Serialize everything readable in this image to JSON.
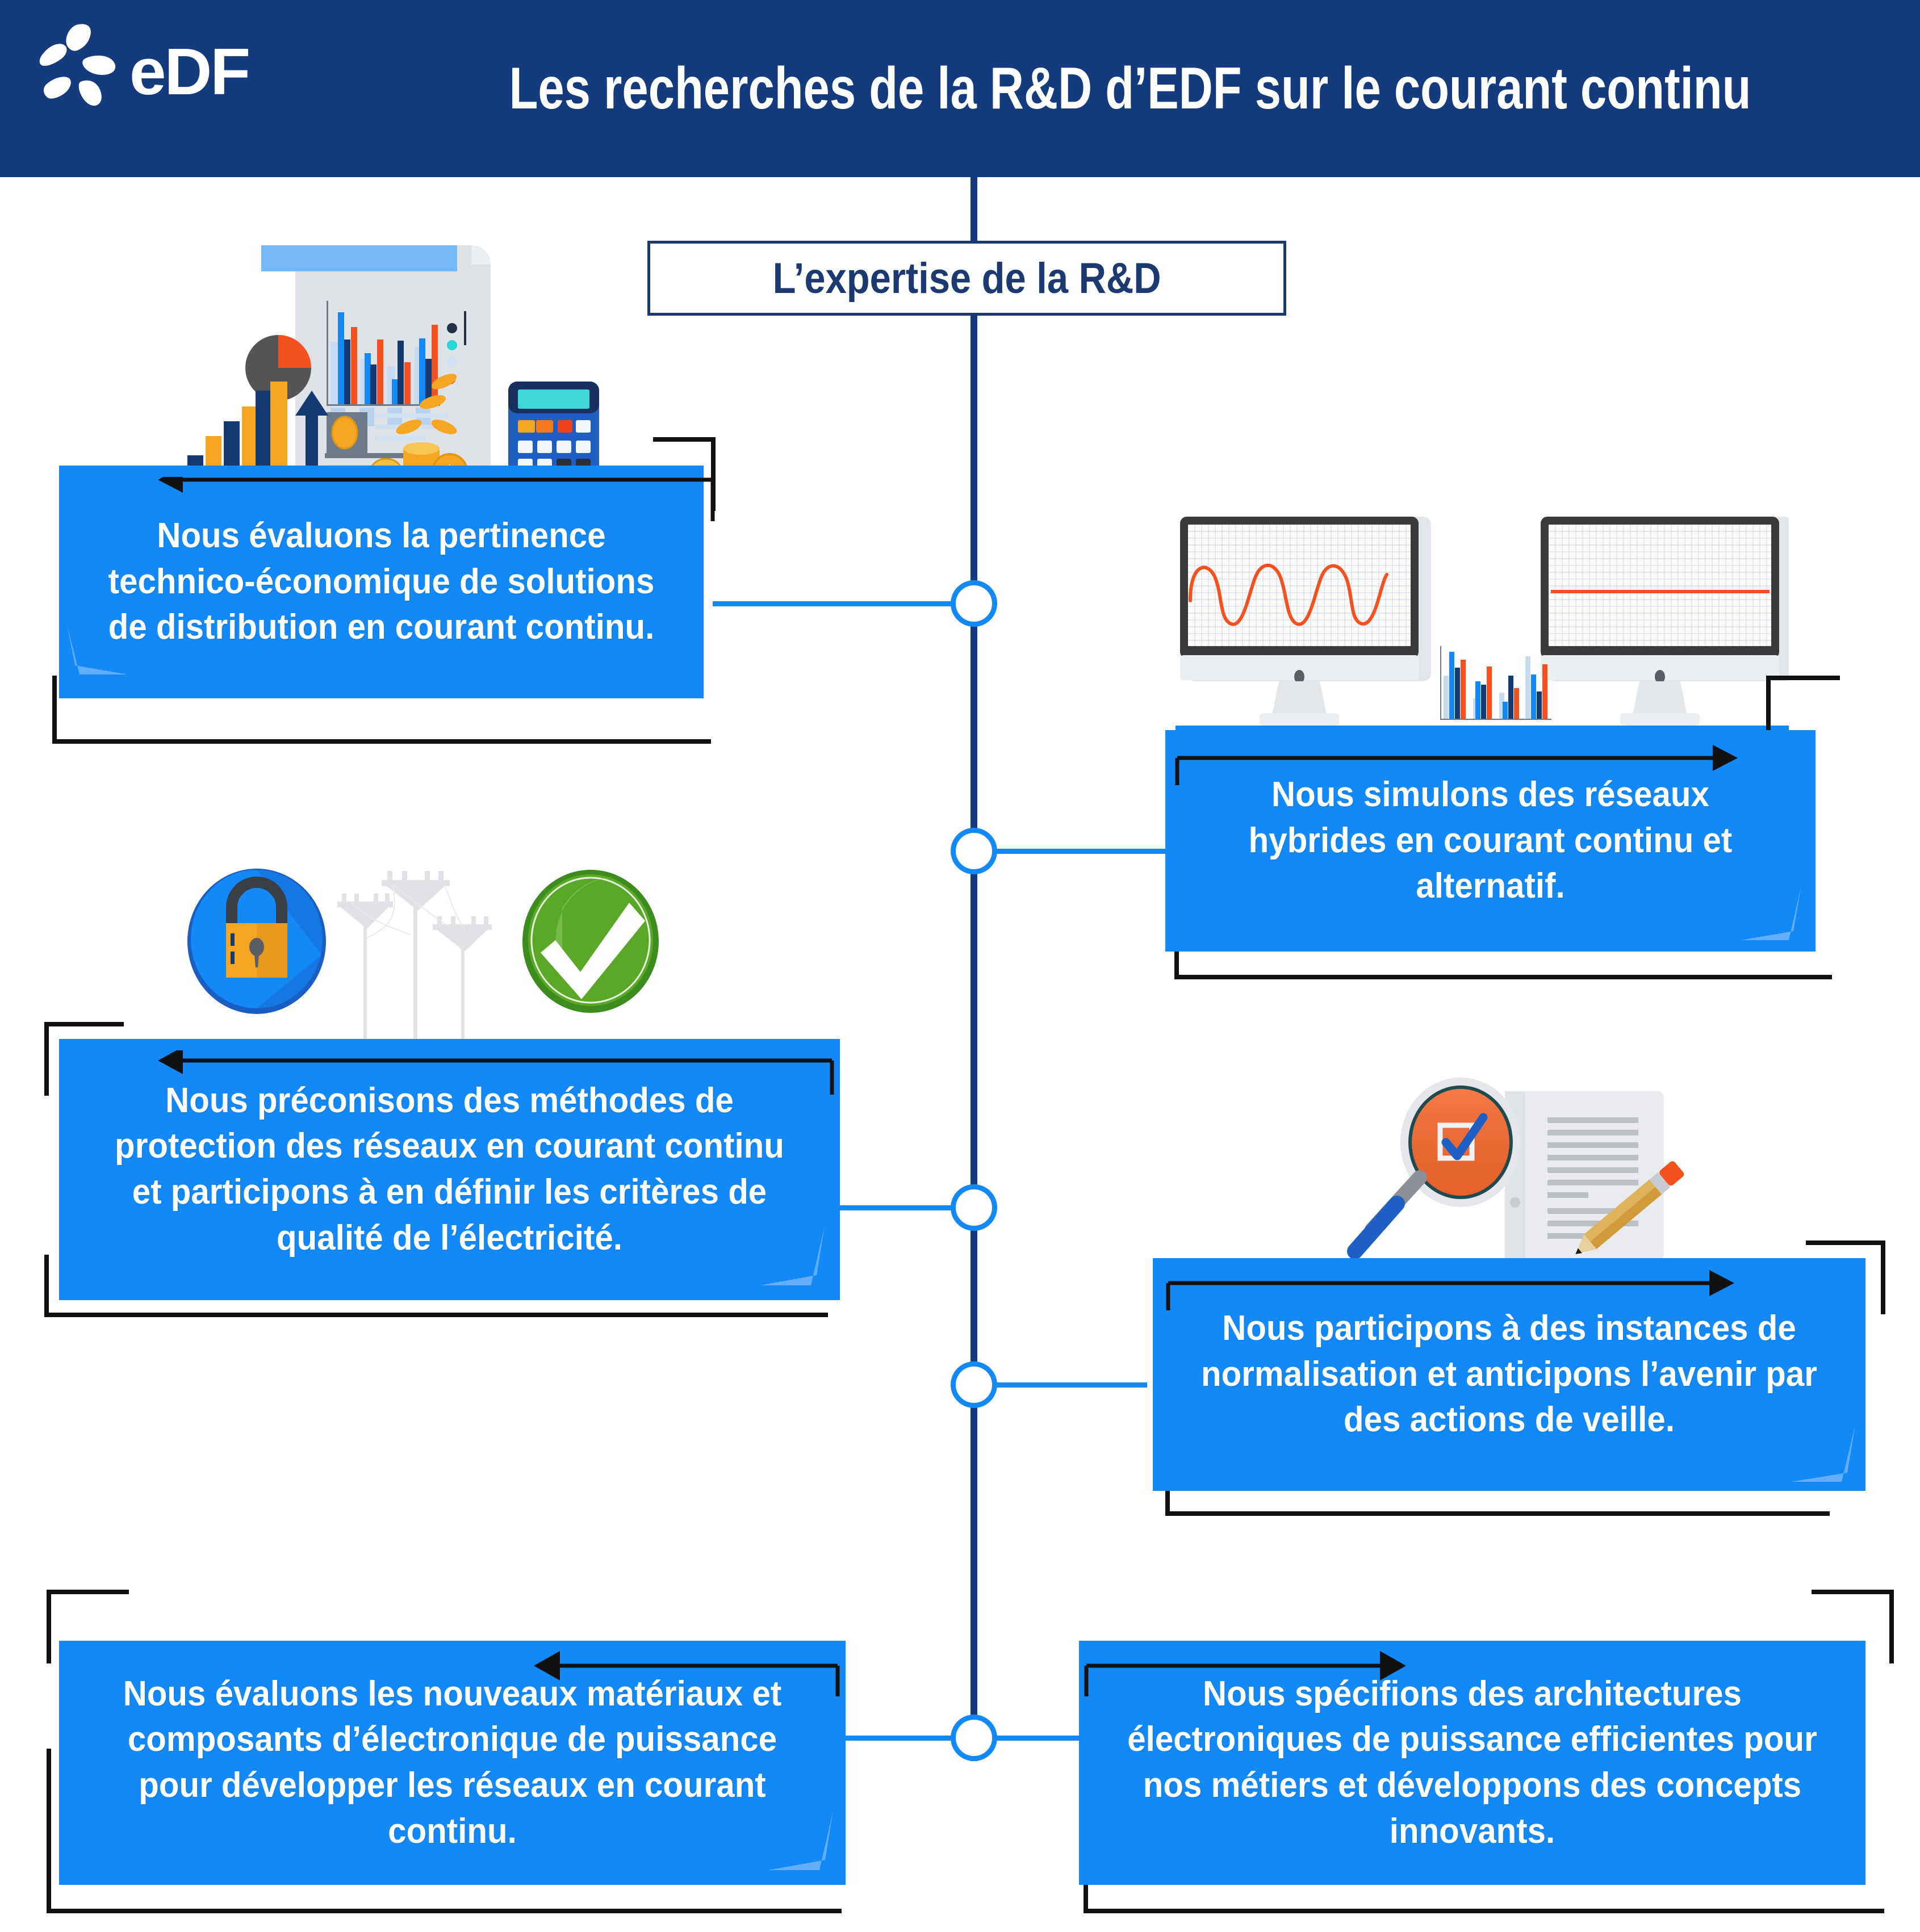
{
  "header": {
    "logo_text": "eDF",
    "logo_icon": "edf-pinwheel-logo",
    "title": "Les recherches de la R&D d’EDF sur le courant continu",
    "bg_color": "#133b7d"
  },
  "center_node": {
    "label": "L’expertise de la R&D",
    "text_color": "#1b3a72",
    "border_color": "#1b3a72"
  },
  "colors": {
    "navy": "#133b7d",
    "blue": "#1389f8",
    "white": "#ffffff",
    "black": "#111111",
    "orange": "#f4511e",
    "green": "#5aa828",
    "yellow": "#f5a623"
  },
  "items": [
    {
      "id": "item-1",
      "side": "left",
      "arrow": "arrow-left",
      "text": "Nous évaluons la pertinence technico-économique de solutions de distribution en courant continu.",
      "illustration": "financial-analysis-illustration"
    },
    {
      "id": "item-2",
      "side": "right",
      "arrow": "arrow-right",
      "text": "Nous simulons des réseaux hybrides en courant continu et alternatif.",
      "illustration": "dual-monitors-waveform-illustration"
    },
    {
      "id": "item-3",
      "side": "left",
      "arrow": "arrow-left",
      "text": "Nous préconisons des méthodes de protection des réseaux en courant continu et participons à en définir les critères de qualité de l’électricité.",
      "illustration": "padlock-pylons-check-illustration"
    },
    {
      "id": "item-4",
      "side": "right",
      "arrow": "arrow-right",
      "text": "Nous participons à des instances de normalisation et anticipons l’avenir par des actions de veille.",
      "illustration": "magnifier-document-pencil-illustration"
    },
    {
      "id": "item-5",
      "side": "left",
      "arrow": "arrow-left",
      "text": "Nous évaluons les nouveaux matériaux et composants d’électronique de puissance pour développer les réseaux en courant continu.",
      "illustration": "none"
    },
    {
      "id": "item-6",
      "side": "right",
      "arrow": "arrow-right",
      "text": "Nous spécifions des architectures électroniques de puissance efficientes pour nos métiers et développons des concepts innovants.",
      "illustration": "none"
    }
  ]
}
